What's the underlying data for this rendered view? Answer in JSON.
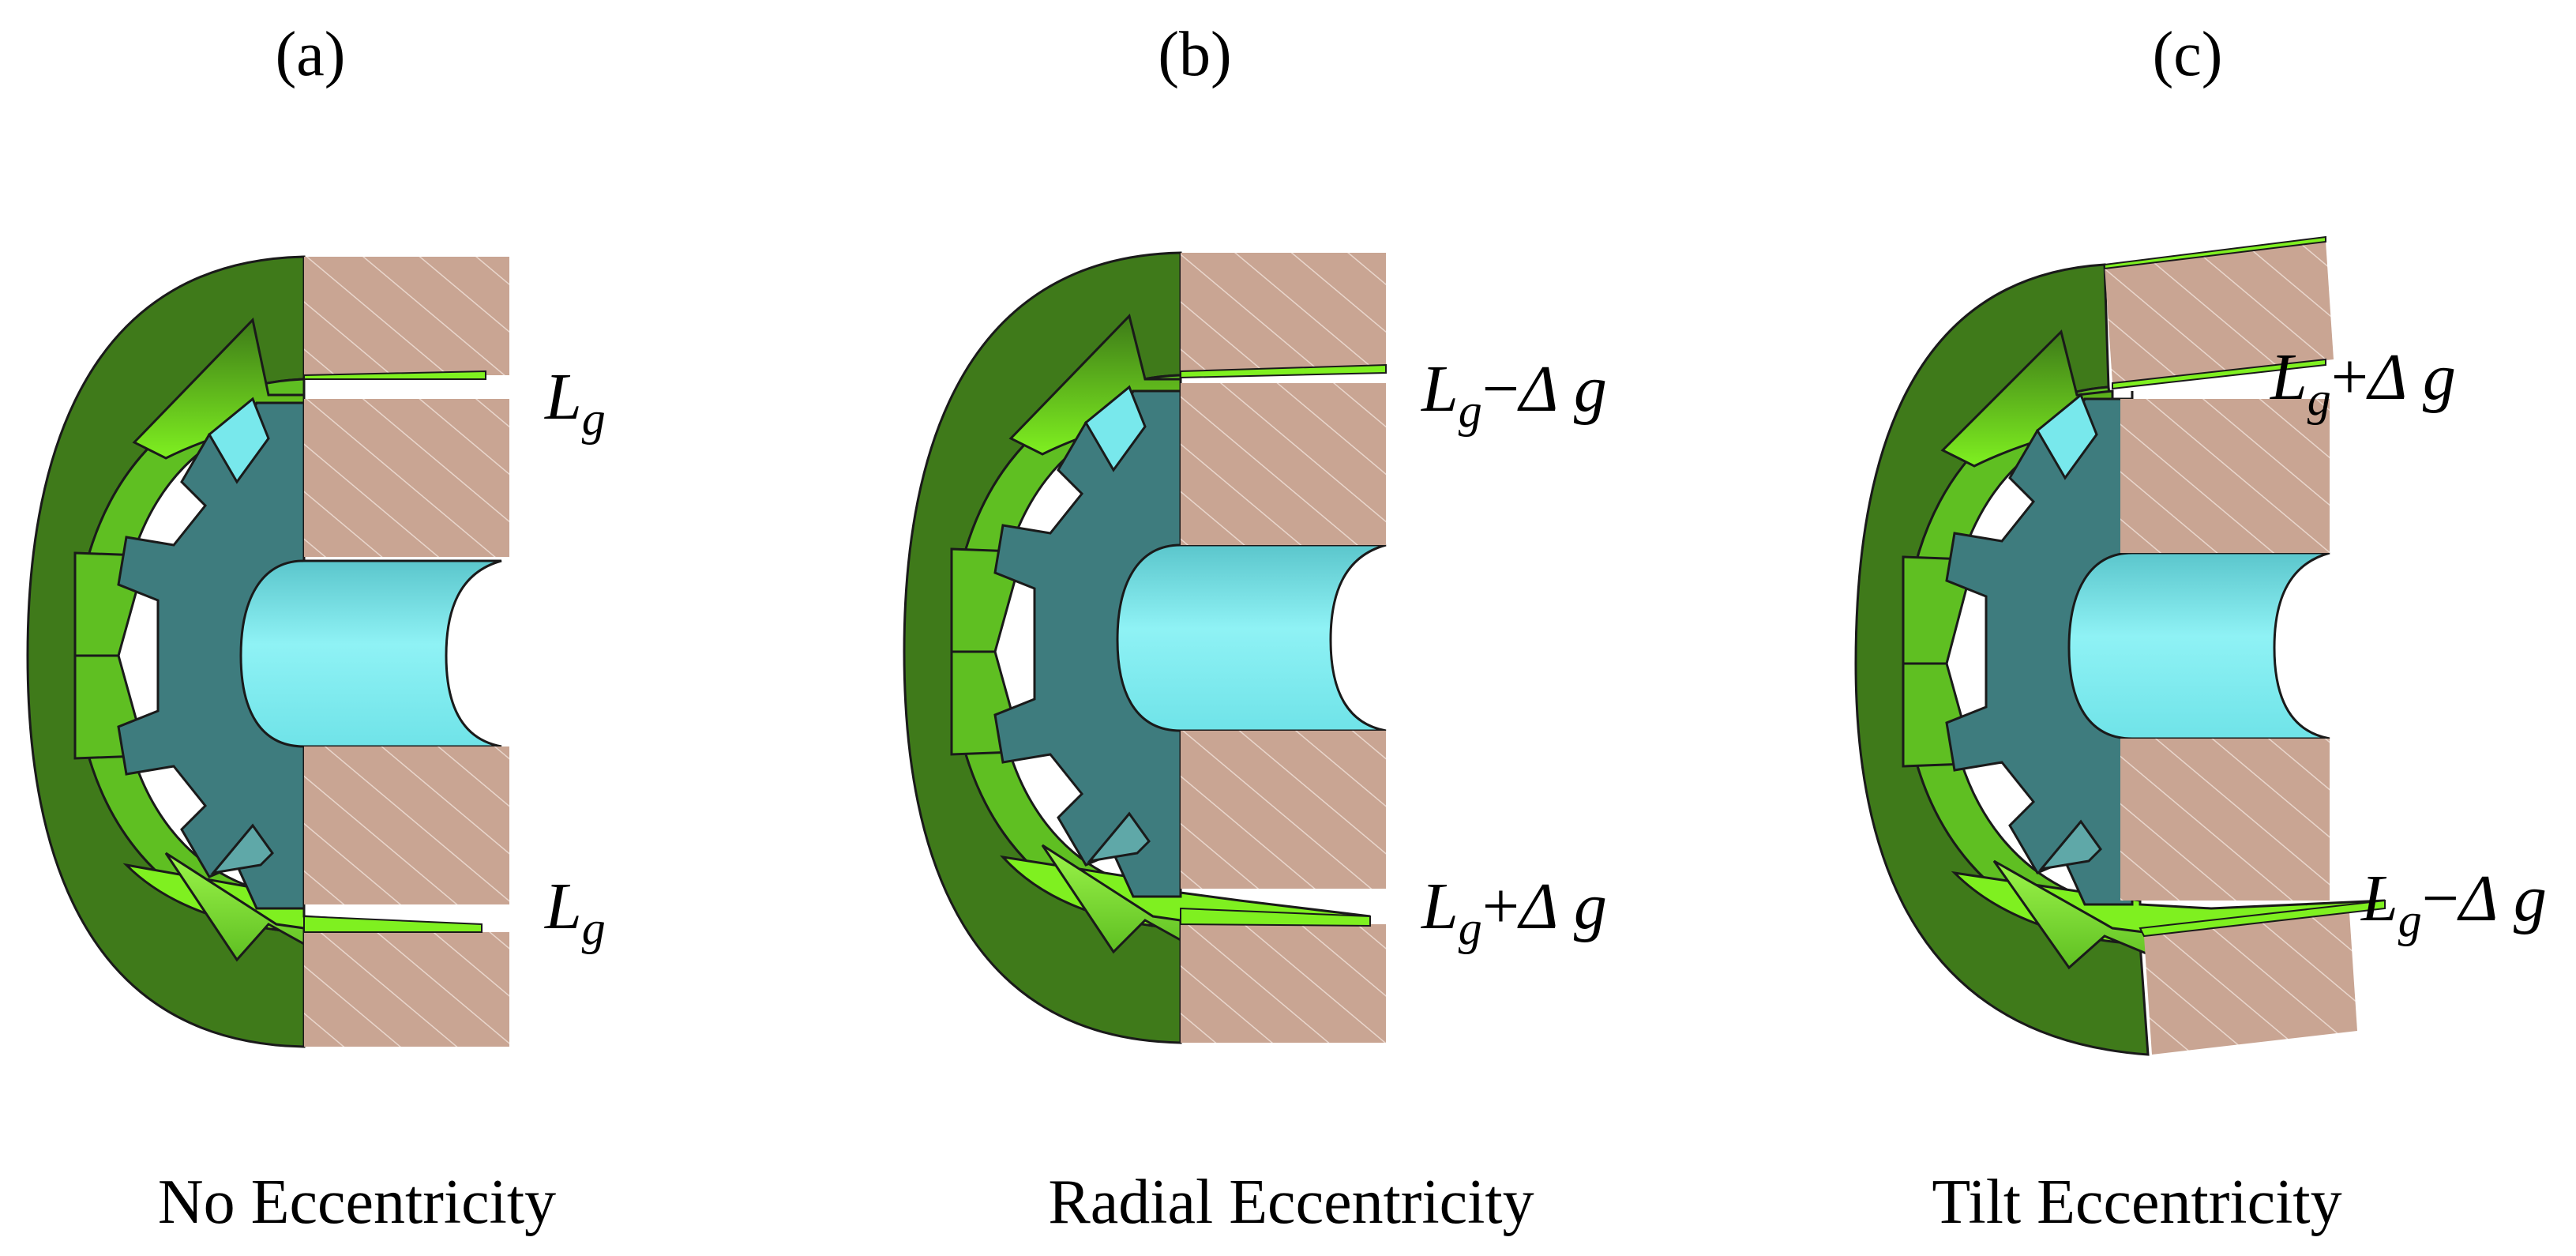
{
  "panels": [
    {
      "id": "a",
      "label": "(a)",
      "caption": "No Eccentricity",
      "top_gap": {
        "main": "L",
        "sub": "g",
        "op": "",
        "delta": ""
      },
      "bottom_gap": {
        "main": "L",
        "sub": "g",
        "op": "",
        "delta": ""
      }
    },
    {
      "id": "b",
      "label": "(b)",
      "caption": "Radial Eccentricity",
      "top_gap": {
        "main": "L",
        "sub": "g",
        "op": "−",
        "delta": "Δ g"
      },
      "bottom_gap": {
        "main": "L",
        "sub": "g",
        "op": "+",
        "delta": "Δ g"
      }
    },
    {
      "id": "c",
      "label": "(c)",
      "caption": "Tilt Eccentricity",
      "top_gap": {
        "main": "L",
        "sub": "g",
        "op": "+",
        "delta": "Δ g"
      },
      "bottom_gap": {
        "main": "L",
        "sub": "g",
        "op": "−",
        "delta": "Δ g"
      }
    }
  ],
  "colors": {
    "stator_dark": "#3f7a1a",
    "stator_mid": "#5fbf22",
    "stator_light": "#7ff020",
    "rotor": "#3e7c7e",
    "shaft": "#78e8ec",
    "magnet": "#c9a593",
    "outline": "#1a1a1a"
  }
}
